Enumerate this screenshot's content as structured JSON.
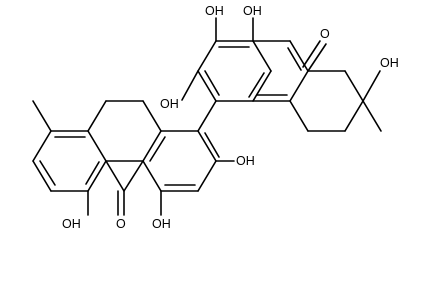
{
  "molecule": {
    "labels": {
      "oh_top_left": "OH",
      "oh_top_right": "OH",
      "ketone_o": "O",
      "oh_upper_ring_left": "OH",
      "oh_tertiary": "OH",
      "oh_lower_ring_right": "OH",
      "oh_bottom_left": "OH",
      "anthrone_o": "O",
      "oh_bottom_right": "OH"
    }
  }
}
